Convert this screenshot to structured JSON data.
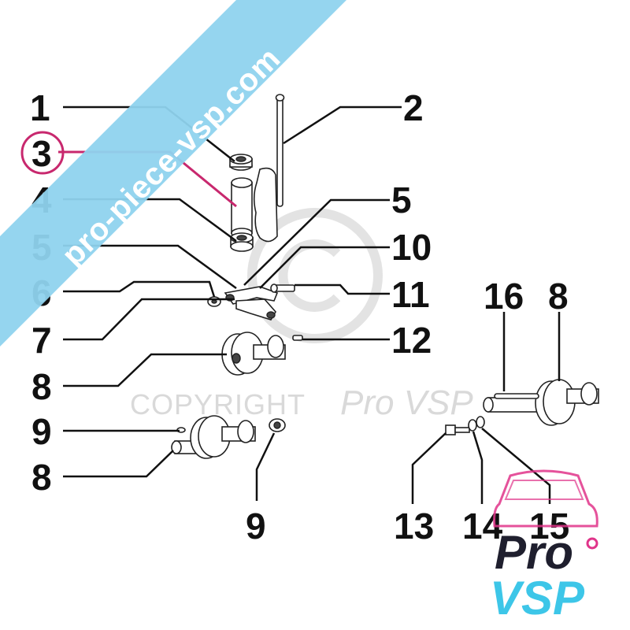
{
  "diagram": {
    "callouts": {
      "c1": "1",
      "c2": "2",
      "c3": "3",
      "c4": "4",
      "c5a": "5",
      "c5b": "5",
      "c10": "10",
      "c6": "6",
      "c11": "11",
      "c7": "7",
      "c12": "12",
      "c8a": "8",
      "c9a": "9",
      "c8b": "8",
      "c9b": "9",
      "c16": "16",
      "c8c": "8",
      "c13": "13",
      "c14": "14",
      "c15": "15"
    },
    "highlighted_callout": "3",
    "highlight_color": "#c8286e"
  },
  "watermark": {
    "copyright": "COPYRIGHT",
    "brand": "Pro VSP",
    "color": "#d9d9d9"
  },
  "banner": {
    "text": "pro-piece-vsp.com",
    "color": "#8fd3ee"
  },
  "logo": {
    "word1": "Pro",
    "word2": "VSP",
    "color_dark": "#1f1f2e",
    "color_accent": "#3dc6e8",
    "color_pink": "#e0348a"
  }
}
